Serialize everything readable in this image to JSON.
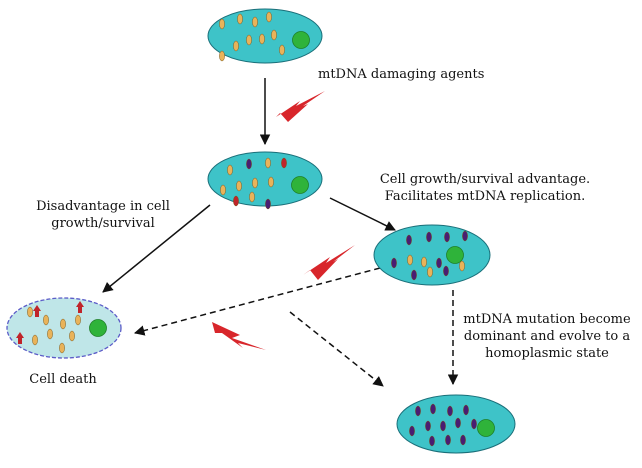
{
  "labels": {
    "damaging_agents": "mtDNA damaging agents",
    "disadvantage": [
      "Disadvantage in cell",
      "growth/survival"
    ],
    "advantage": [
      "Cell growth/survival advantage.",
      "Facilitates mtDNA replication."
    ],
    "mutation": [
      "mtDNA mutation become",
      "dominant and evolve to a",
      "homoplasmic state"
    ],
    "cell_death": "Cell death"
  },
  "colors": {
    "cell_fill": "#3ec3c8",
    "cell_stroke": "#1a6f79",
    "nucleus": "#2fb33a",
    "normal_mtdna": "#e9b35a",
    "mutant_mtdna": "#4a1d72",
    "damaged_mtdna": "#c0242a",
    "lightning": "#d8262b",
    "dead_cell_fill": "#bfe6e8",
    "dead_cell_stroke": "#5c5cc8"
  },
  "cells": [
    {
      "id": "cell-normal",
      "state": "normal"
    },
    {
      "id": "cell-damaged",
      "state": "mixed"
    },
    {
      "id": "cell-advantage",
      "state": "mostly mutant"
    },
    {
      "id": "cell-dead",
      "state": "dying"
    },
    {
      "id": "cell-homoplasmic",
      "state": "homoplasmic"
    }
  ]
}
